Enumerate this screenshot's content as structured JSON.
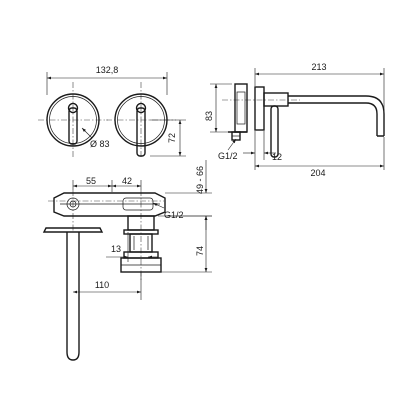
{
  "drawing": {
    "labels": {
      "width_front": "132,8",
      "diameter": "Ø 83",
      "height_front": "72",
      "depth_side": "83",
      "length_total": "213",
      "thread_side": "G1/2",
      "offset_side": "12",
      "length_spout": "204",
      "dim_55": "55",
      "dim_42": "42",
      "range_49_66": "49 - 66",
      "thread_top": "G1/2",
      "dim_13": "13",
      "dim_74": "74",
      "dim_110": "110"
    },
    "colors": {
      "line": "#1a1a1a",
      "background": "#ffffff"
    }
  }
}
